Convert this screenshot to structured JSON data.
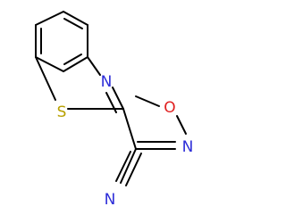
{
  "molecule": {
    "atoms": {
      "sulfur": {
        "symbol": "S",
        "color": "#b8a000"
      },
      "thiazole_nitrogen": {
        "symbol": "N",
        "color": "#2d2dd8"
      },
      "oxime_nitrogen": {
        "symbol": "N",
        "color": "#2d2dd8"
      },
      "oxygen": {
        "symbol": "O",
        "color": "#e02020"
      },
      "nitrile_nitrogen": {
        "symbol": "N",
        "color": "#2d2dd8"
      }
    },
    "bond_color": "#000000"
  }
}
